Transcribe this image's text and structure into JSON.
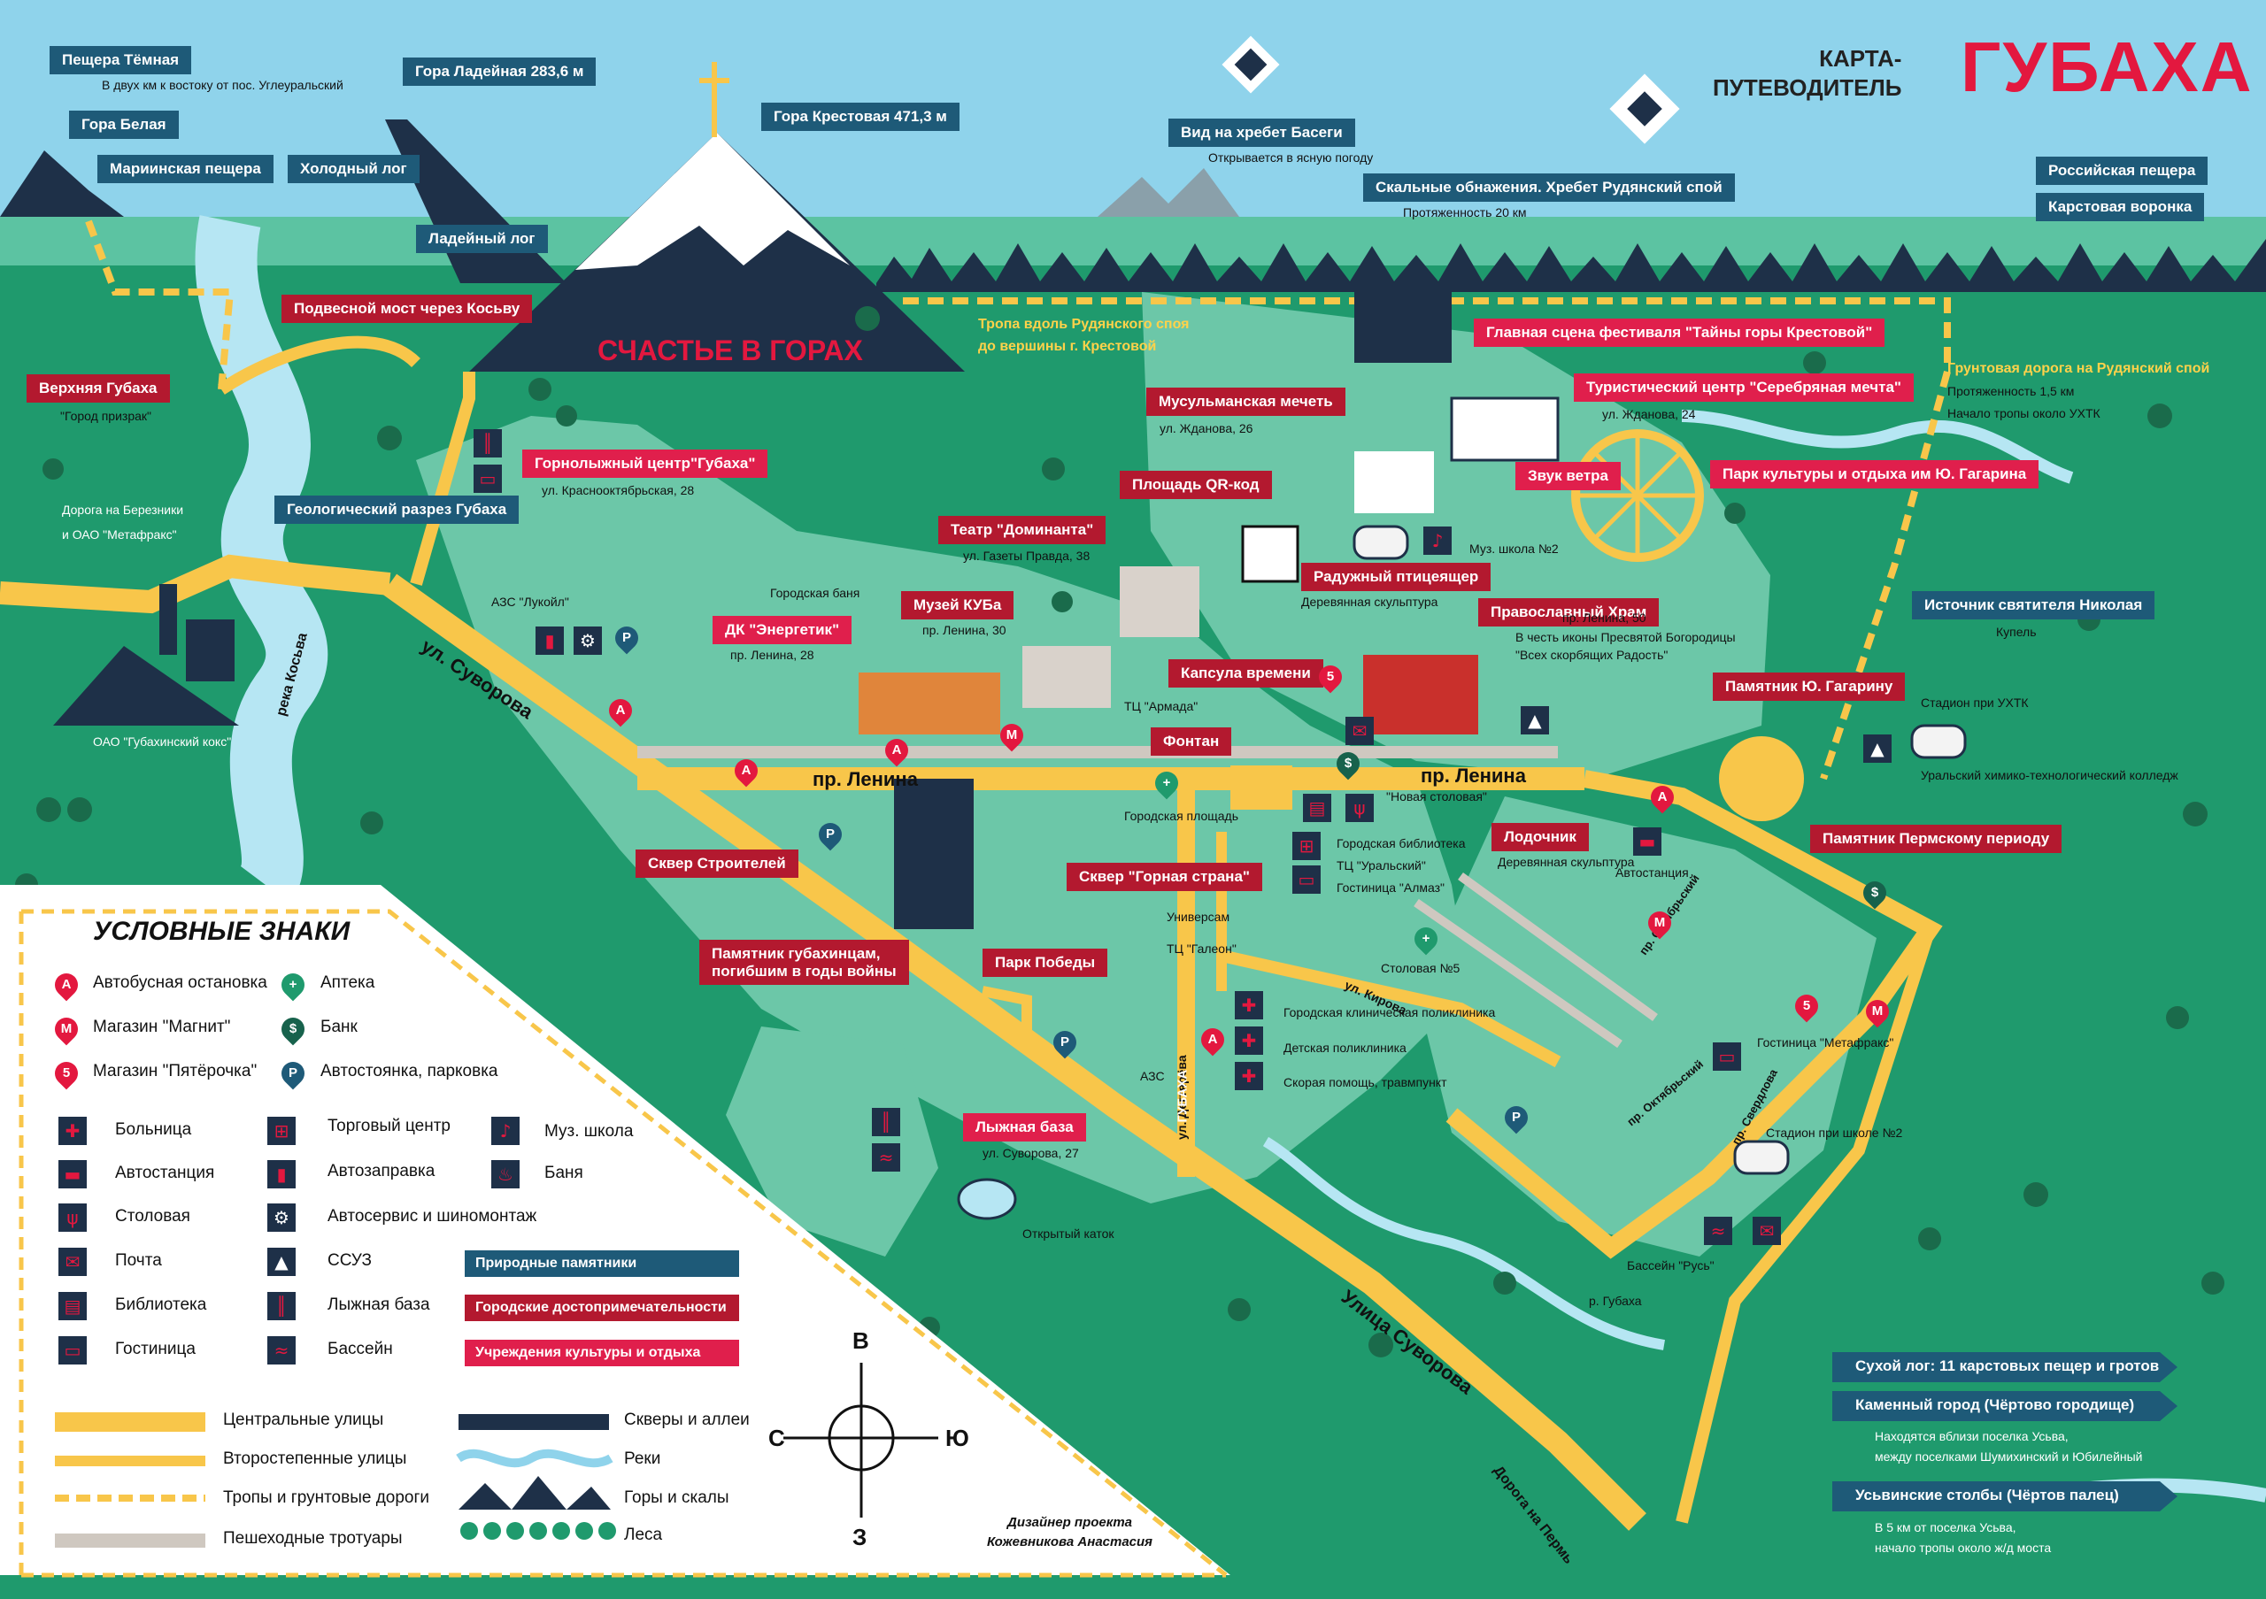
{
  "header": {
    "subtitle_line1": "КАРТА-",
    "subtitle_line2": "ПУТЕВОДИТЕЛЬ",
    "title": "ГУБАХА"
  },
  "colors": {
    "sky": "#8fd3eb",
    "ground": "#1f9a6d",
    "ground_light": "#6cc7a8",
    "road_main": "#f8c64a",
    "pedestrian": "#cfc8c0",
    "river": "#b6e6f3",
    "mountain": "#1e3048",
    "nature_label": "#1e5a78",
    "city_label": "#b3192f",
    "culture_label": "#e01f4c"
  },
  "mountain_banner": "СЧАСТЬЕ В ГОРАХ",
  "labels": {
    "peshchera_temnaya": "Пещера Тёмная",
    "peshchera_temnaya_note": "В двух км к востоку от пос. Углеуральский",
    "gora_belaya": "Гора Белая",
    "mariinskaya": "Мариинская пещера",
    "kholodny_log": "Холодный лог",
    "gora_ladeynaya": "Гора Ладейная 283,6 м",
    "gora_krestovaya": "Гора Крестовая 471,3 м",
    "ladeyny_log": "Ладейный лог",
    "bridge": "Подвесной мост через Косьву",
    "verkhnyaya": "Верхняя Губаха",
    "verkhnyaya_note": "\"Город призрак\"",
    "road_berezniki_1": "Дорога на Березники",
    "road_berezniki_2": "и ОАО \"Метафракс\"",
    "geo_razrez": "Геологический разрез Губаха",
    "ski_center": "Горнолыжный центр\"Губаха\"",
    "ski_center_note": "ул. Краснооктябрьская, 28",
    "koks": "ОАО \"Губахинский кокс\"",
    "river_kosva": "река Косьва",
    "vid_basegi": "Вид на хребет Басеги",
    "vid_basegi_note": "Открывается в ясную погоду",
    "rudyansky": "Скальные обнажения. Хребет Рудянский спой",
    "rudyansky_note": "Протяженность 20 км",
    "rossiyskaya": "Российская пещера",
    "karst_voronka": "Карстовая воронка",
    "tropa_1": "Тропа вдоль Рудянского споя",
    "tropa_2": "до вершины г. Крестовой",
    "main_stage": "Главная сцена фестиваля \"Тайны горы Крестовой\"",
    "mosque": "Мусульманская мечеть",
    "mosque_note": "ул. Жданова, 26",
    "tourist_center": "Туристический центр \"Серебряная мечта\"",
    "tourist_center_note": "ул. Жданова, 24",
    "grunt_road": "Грунтовая дорога на Рудянский спой",
    "grunt_road_note1": "Протяженность 1,5 км",
    "grunt_road_note2": "Начало тропы около УХТК",
    "qr_square": "Площадь QR-код",
    "zvuk_vetra": "Звук ветра",
    "park_gagarin": "Парк культуры и отдыха им Ю. Гагарина",
    "muz_school_note": "Муз. школа №2",
    "teatr": "Театр \"Доминанта\"",
    "teatr_note": "ул. Газеты Правда, 38",
    "bird": "Радужный птицеящер",
    "bird_note": "Деревянная скульптура",
    "muzey": "Музей КУБа",
    "muzey_note": "пр. Ленина, 30",
    "dk": "ДК \"Энергетик\"",
    "dk_note": "пр. Ленина, 28",
    "azs_lukoil": "АЗС \"Лукойл\"",
    "gorod_banya": "Городская баня",
    "temple": "Православный Храм",
    "temple_note1": "В честь иконы Пресвятой Богородицы",
    "temple_note2": "\"Всех скорбящих Радость\"",
    "temple_addr": "пр. Ленина, 50",
    "istochnik": "Источник святителя Николая",
    "istochnik_note": "Купель",
    "kapsula": "Капсула времени",
    "gagarin_mon": "Памятник Ю. Гагарину",
    "fontan": "Фонтан",
    "tc_armada": "ТЦ \"Армада\"",
    "stadion_ukhtk": "Стадион при УХТК",
    "uhtk_college": "Уральский химико-технологический колледж",
    "perm_period": "Памятник Пермскому периоду",
    "prospekt_lenina_1": "пр. Ленина",
    "prospekt_lenina_2": "пр. Ленина",
    "ul_suvorova": "ул. Суворова",
    "gor_ploshchad": "Городская площадь",
    "new_canteen": "\"Новая столовая\"",
    "gor_library": "Городская библиотека",
    "tc_uralsky": "ТЦ \"Уральский\"",
    "hotel_almaz": "Гостиница \"Алмаз\"",
    "lodochnik": "Лодочник",
    "lodochnik_note": "Деревянная скульптура",
    "avtostanciya": "Автостанция",
    "skver_stroiteley": "Сквер Строителей",
    "skver_gornaya": "Сквер \"Горная страна\"",
    "univermag": "Универсам",
    "tc_galeon": "ТЦ \"Галеон\"",
    "stolovaya5": "Столовая №5",
    "pamyatnik_voina_1": "Памятник губахинцам,",
    "pamyatnik_voina_2": "погибшим в годы войны",
    "park_pobedy": "Парк Победы",
    "ul_kirova": "ул. Кирова",
    "hospital": "Городская клиническая поликлиника",
    "child_clinic": "Детская поликлиника",
    "ambulance": "Скорая помощь, травмпункт",
    "hotel_metafraks": "Гостиница \"Метафракс\"",
    "pr_oktyabrsky_1": "пр. Октябрьский",
    "pr_oktyabrsky_2": "пр. Октябрьский",
    "pr_sverdlova": "пр. Свердлова",
    "ski_base": "Лыжная база",
    "ski_base_note": "ул. Суворова, 27",
    "azs": "АЗС",
    "gubakha_sign": "ГУБАХА",
    "ul_degtyareva": "ул. Дегтярёва",
    "stadion_school2": "Стадион при школе №2",
    "katok": "Открытый каток",
    "pool_rus": "Бассейн \"Русь\"",
    "ulitsa_suvorova": "Улица Суворова",
    "river_gubakha": "р. Губаха",
    "road_perm": "Дорога на Пермь",
    "sukhoy_log": "Сухой лог: 11 карстовых пещер и гротов",
    "kamenny_gorod": "Каменный город (Чёртово городище)",
    "kamenny_note1": "Находятся вблизи поселка Усьва,",
    "kamenny_note2": "между поселками Шумихинский и Юбилейный",
    "usvinskie": "Усьвинские столбы (Чёртов палец)",
    "usvinskie_note1": "В 5 км от поселка Усьва,",
    "usvinskie_note2": "начало тропы около ж/д моста"
  },
  "legend": {
    "title": "УСЛОВНЫЕ ЗНАКИ",
    "pins": [
      {
        "glyph": "A",
        "label": "Автобусная остановка"
      },
      {
        "glyph": "M",
        "label": "Магазин \"Магнит\""
      },
      {
        "glyph": "5",
        "label": "Магазин \"Пятёрочка\""
      },
      {
        "glyph": "+",
        "label": "Аптека"
      },
      {
        "glyph": "$",
        "label": "Банк"
      },
      {
        "glyph": "P",
        "label": "Автостоянка, парковка"
      }
    ],
    "icons_col1": [
      {
        "icon": "hospital-icon",
        "glyph": "✚",
        "label": "Больница"
      },
      {
        "icon": "bus-station-icon",
        "glyph": "▬",
        "label": "Автостанция"
      },
      {
        "icon": "canteen-icon",
        "glyph": "ψ",
        "label": "Столовая"
      },
      {
        "icon": "mail-icon",
        "glyph": "✉",
        "label": "Почта"
      },
      {
        "icon": "library-icon",
        "glyph": "▤",
        "label": "Библиотека"
      },
      {
        "icon": "hotel-icon",
        "glyph": "▭",
        "label": "Гостиница"
      }
    ],
    "icons_col2": [
      {
        "icon": "mall-icon",
        "glyph": "⊞",
        "label": "Торговый центр"
      },
      {
        "icon": "gas-station-icon",
        "glyph": "▮",
        "label": "Автозаправка"
      },
      {
        "icon": "car-service-icon",
        "glyph": "⚙",
        "label": "Автосервис и шиномонтаж"
      },
      {
        "icon": "college-icon",
        "glyph": "▲",
        "label": "ССУЗ"
      },
      {
        "icon": "ski-icon",
        "glyph": "║",
        "label": "Лыжная база"
      },
      {
        "icon": "pool-icon",
        "glyph": "≈",
        "label": "Бассейн"
      }
    ],
    "icons_col3": [
      {
        "icon": "music-school-icon",
        "glyph": "♪",
        "label": "Муз. школа"
      },
      {
        "icon": "bath-icon",
        "glyph": "♨",
        "label": "Баня"
      }
    ],
    "category_boxes": [
      {
        "label": "Природные памятники",
        "color": "#1e5a78"
      },
      {
        "label": "Городские достопримечательности",
        "color": "#b3192f"
      },
      {
        "label": "Учреждения культуры и отдыха",
        "color": "#e01f4c"
      }
    ],
    "lines": [
      {
        "label": "Центральные улицы"
      },
      {
        "label": "Второстепенные улицы"
      },
      {
        "label": "Тропы и грунтовые дороги"
      },
      {
        "label": "Пешеходные тротуары"
      }
    ],
    "areas": [
      {
        "label": "Скверы и аллеи"
      },
      {
        "label": "Реки"
      },
      {
        "label": "Горы и скалы"
      },
      {
        "label": "Леса"
      }
    ]
  },
  "compass": {
    "north": "В",
    "south": "З",
    "west": "С",
    "east": "Ю"
  },
  "designer": {
    "line1": "Дизайнер проекта",
    "line2": "Кожевникова Анастасия"
  }
}
